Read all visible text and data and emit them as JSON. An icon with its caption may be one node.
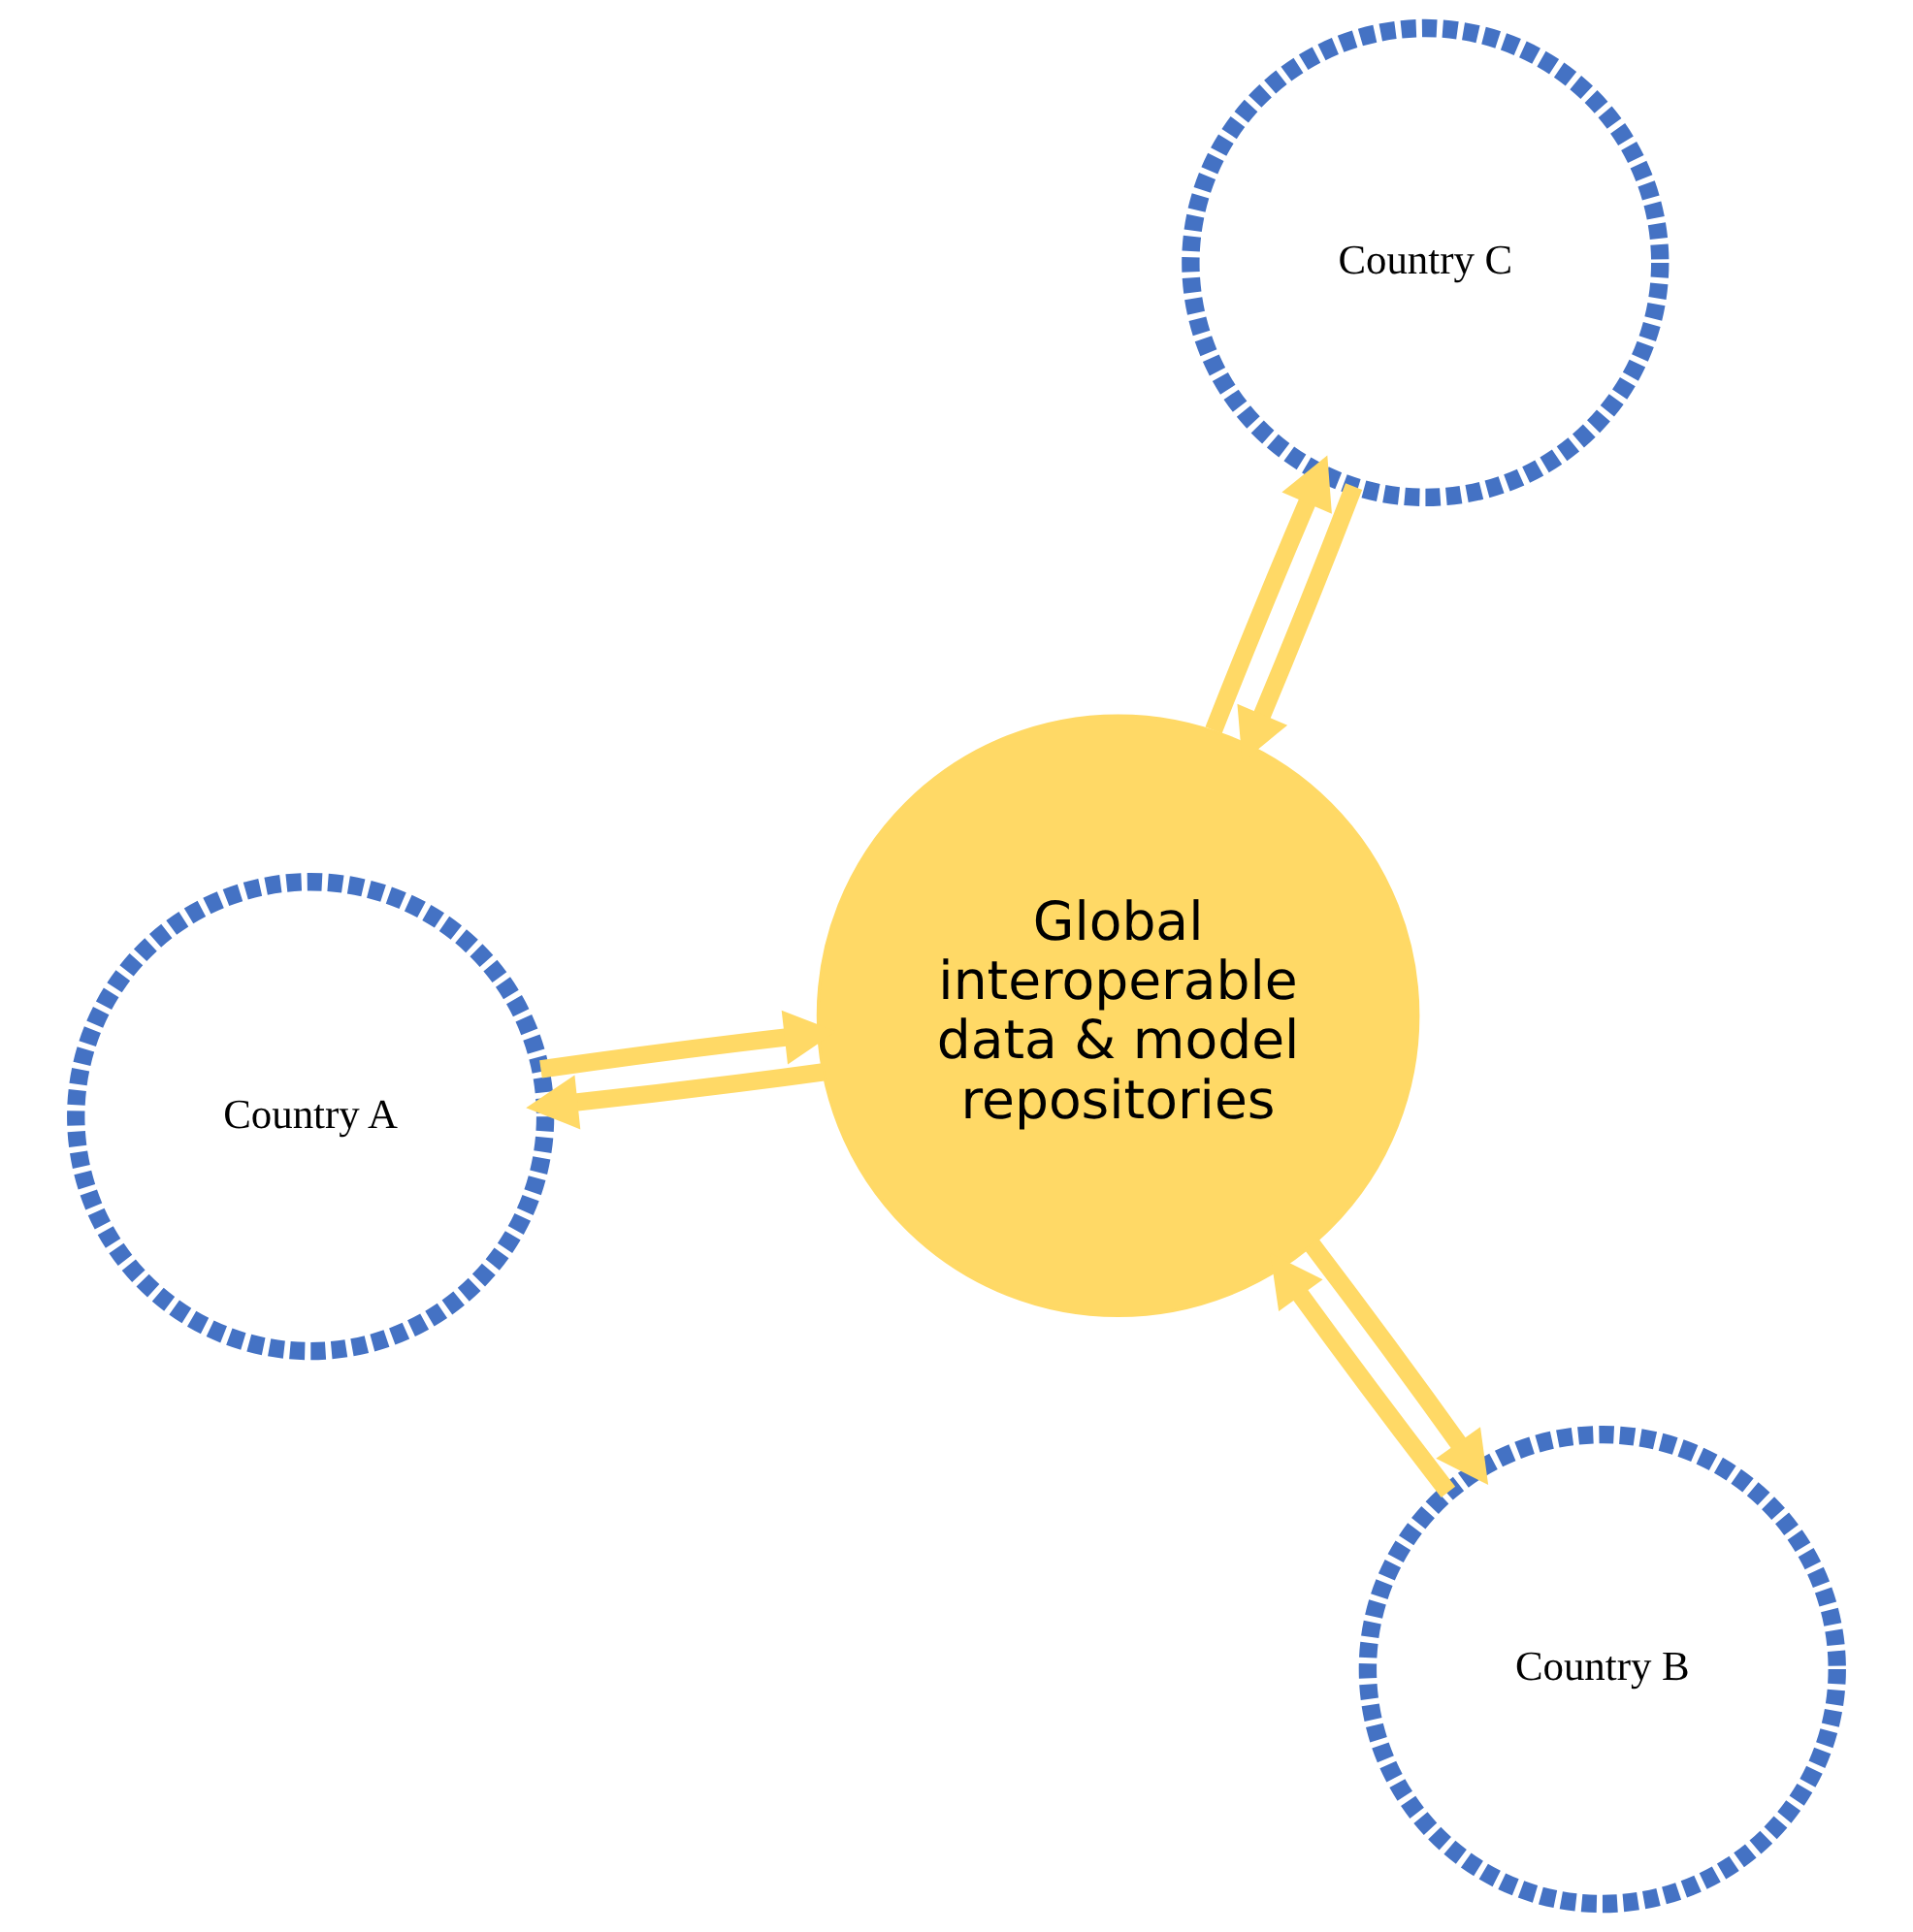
{
  "diagram": {
    "nodes": [
      {
        "text": [
          "Country A"
        ]
      },
      {
        "text": [
          "Global interoperable data & model repositories"
        ]
      },
      {
        "text": [
          "Country B"
        ]
      },
      {
        "text": [
          "Country C"
        ]
      }
    ],
    "edges": [
      {
        "from": 1,
        "to": 0,
        "arrow": "to"
      },
      {
        "from": 0,
        "to": 1,
        "arrow": "to"
      },
      {
        "from": 1,
        "to": 2,
        "arrow": "to"
      },
      {
        "from": 2,
        "to": 1,
        "arrow": "to"
      },
      {
        "from": 1,
        "to": 3,
        "arrow": "to"
      },
      {
        "from": 3,
        "to": 1,
        "arrow": "to"
      }
    ]
  }
}
